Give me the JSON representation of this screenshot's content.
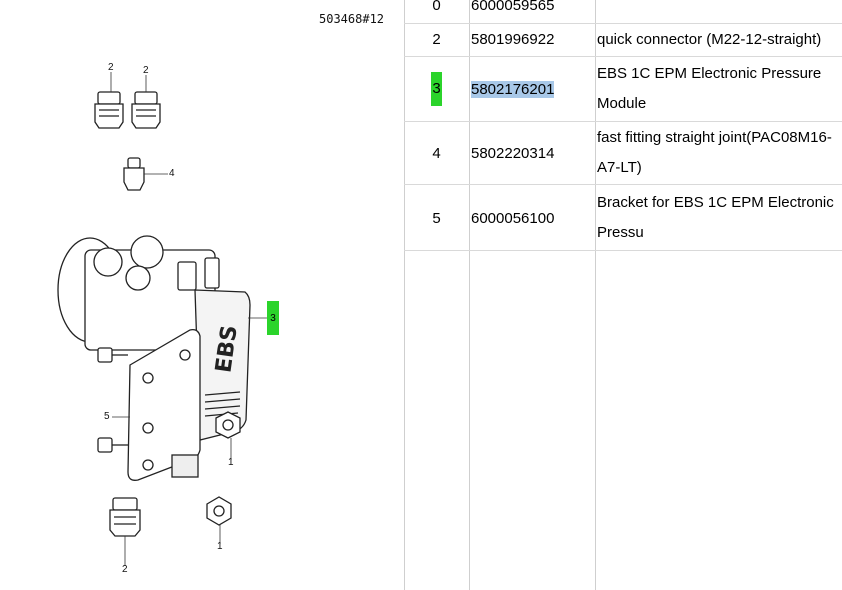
{
  "diagram": {
    "id_label": "503468#12",
    "callouts": [
      "2",
      "2",
      "4",
      "3",
      "5",
      "1",
      "2",
      "1"
    ]
  },
  "table": {
    "rows": [
      {
        "idx": "0",
        "part_no": "6000059565",
        "desc": ""
      },
      {
        "idx": "2",
        "part_no": "5801996922",
        "desc": "quick connector (M22-12-straight)"
      },
      {
        "idx": "3",
        "part_no": "5802176201",
        "desc": "EBS 1C EPM Electronic Pressure Module"
      },
      {
        "idx": "4",
        "part_no": "5802220314",
        "desc": "fast fitting straight joint(PAC08M16-A7-LT)"
      },
      {
        "idx": "5",
        "part_no": "6000056100",
        "desc": "Bracket for EBS 1C EPM Electronic Pressu"
      }
    ]
  },
  "colors": {
    "highlight_green": "#2bd42b",
    "selection_blue": "#a8c8e8"
  }
}
